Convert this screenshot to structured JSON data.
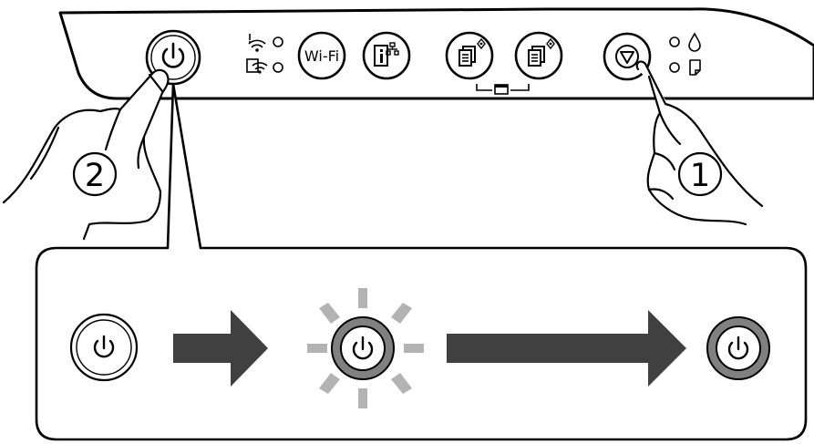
{
  "panel": {
    "wifi_button_label": "Wi-Fi",
    "buttons": [
      {
        "name": "power-button",
        "icon": "power-icon"
      },
      {
        "name": "wifi-button",
        "icon": "wifi-text"
      },
      {
        "name": "network-status-button",
        "icon": "info-network-icon"
      },
      {
        "name": "copy-bw-button",
        "icon": "copy-bw-icon"
      },
      {
        "name": "copy-color-button",
        "icon": "copy-color-icon"
      },
      {
        "name": "stop-button",
        "icon": "stop-icon"
      }
    ],
    "indicators": [
      "wifi-light",
      "wifi-direct-light",
      "ink-light",
      "paper-light"
    ]
  },
  "steps": {
    "step1": "1",
    "step2": "2"
  },
  "sequence": {
    "states": [
      "off",
      "flashing",
      "on"
    ]
  },
  "colors": {
    "line": "#000000",
    "arrow": "#404040",
    "ring_gray": "#808080",
    "flash_gray": "#b3b3b3"
  }
}
